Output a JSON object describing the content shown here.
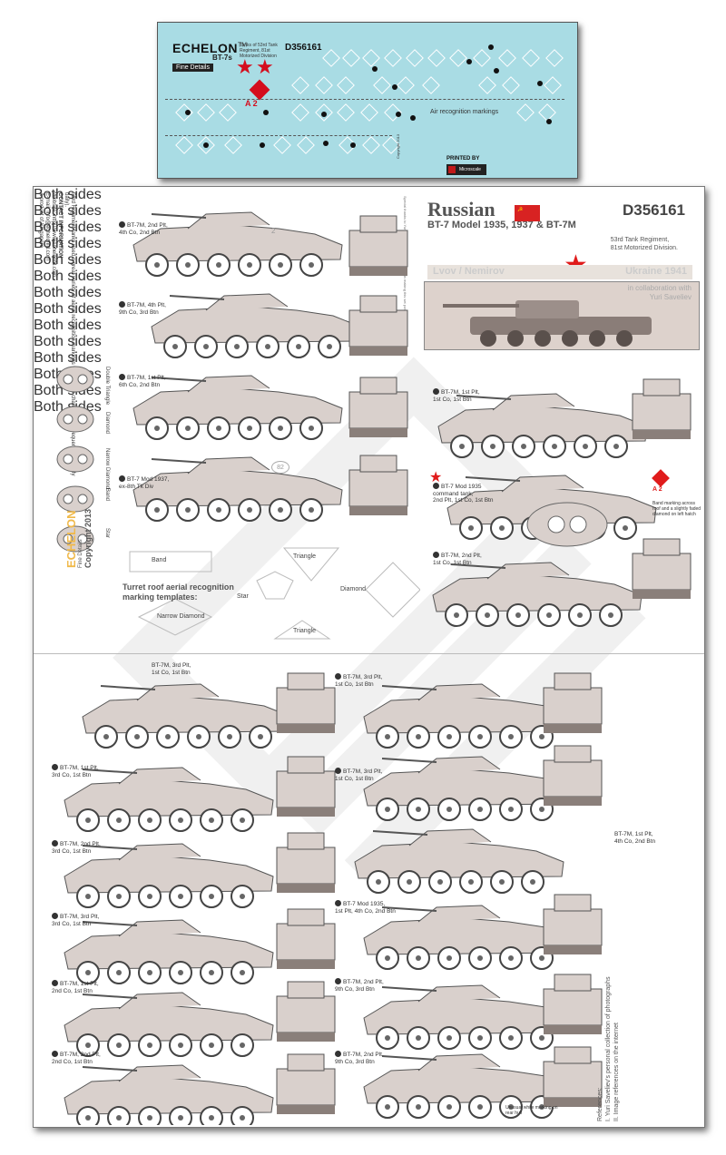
{
  "decal": {
    "brand": "ECHELON",
    "tm": "TM",
    "fine": "Fine Details",
    "model": "BT-7s",
    "desc": "Tanks of 53rd Tank Regiment, 81st Motorized Division",
    "code": "D356161",
    "marking": "A 2",
    "air": "Air recognition markings",
    "printed": "PRINTED BY",
    "printer": "Microscale Decals",
    "copyright": "Copyright 2013",
    "colors": {
      "sheet": "#a9dce4",
      "red": "#d40d1d"
    }
  },
  "sheet": {
    "contact": {
      "intro": "53rd Regiment tanks used a great variety of aerial recognition markings which were changed very frequently (possibly daily).",
      "heading": "CONTACT INFORMATION",
      "website": "Website: http://www.echelonfd.com",
      "email": "E-mail: info@echelonfd.com",
      "origin": "A product of Singapore"
    },
    "title": {
      "russian": "Russian",
      "models": "BT-7 Model 1935, 1937 & BT-7M",
      "code": "D356161",
      "unit_line1": "53rd Tank Regiment,",
      "unit_line2": "81st Motorized Division.",
      "location": "Lvov / Nemirov",
      "ukraine": "Ukraine 1941",
      "collab_line1": "in collaboration with",
      "collab_line2": "Yuri Saveliev"
    },
    "vertical_note": "Special thanks to Yuri Saveliev for his assistance in making this set possible.",
    "tanks_left": [
      {
        "label_1": "BT-7M, 2nd Plt,",
        "label_2": "4th Co, 2nd Btn",
        "both": "Both sides",
        "mark": "2"
      },
      {
        "label_1": "BT-7M, 4th Plt,",
        "label_2": "9th Co, 3rd Btn",
        "both": "Both sides",
        "mark": ""
      },
      {
        "label_1": "BT-7M, 1st Plt,",
        "label_2": "6th Co, 2nd Btn",
        "both": "Both sides",
        "mark": ""
      },
      {
        "label_1": "BT-7 Mod 1937,",
        "label_2": "ex-8th Tk Div",
        "both": "",
        "mark": "82"
      }
    ],
    "tanks_right": [
      {
        "label_1": "BT-7M, 1st Plt,",
        "label_2": "1st Co, 1st Btn",
        "label_3": "",
        "both": "Both sides"
      },
      {
        "label_1": "BT-7 Mod 1935",
        "label_2": "command tank,",
        "label_3": "2nd Plt, 1st Co, 1st Btn",
        "both": ""
      },
      {
        "label_1": "BT-7M, 2nd Plt,",
        "label_2": "1st Co, 1st Btn",
        "label_3": "",
        "both": "Both sides"
      }
    ],
    "band_note": "Band marking across roof and a slightly faded diamond on left hatch",
    "mark_a2": "A 2",
    "turret_views": [
      "Double Triangle",
      "Diamond",
      "Narrow Diamond",
      "Band",
      "Star"
    ],
    "templates": {
      "title_1": "Turret roof aerial recognition",
      "title_2": "marking templates:",
      "band": "Band",
      "triangle": "Triangle",
      "star": "Star",
      "diamond": "Diamond",
      "narrow": "Narrow Diamond",
      "triangle2": "Triangle"
    },
    "echelon": {
      "brand": "ECHELON",
      "fine": "Fine Details",
      "copy": "Copyright 2013"
    },
    "lower_left": [
      {
        "l1": "BT-7M, 3rd Plt,",
        "l2": "1st Co, 1st Btn",
        "both": ""
      },
      {
        "l1": "BT-7M, 1st Plt,",
        "l2": "3rd Co, 1st Btn",
        "both": "Both sides"
      },
      {
        "l1": "BT-7M, 2nd Plt,",
        "l2": "3rd Co, 1st Btn",
        "both": "Both sides"
      },
      {
        "l1": "BT-7M, 3rd Plt,",
        "l2": "3rd Co, 1st Btn",
        "both": "Both sides"
      },
      {
        "l1": "BT-7M, 1st Plt,",
        "l2": "2nd Co, 1st Btn",
        "both": "Both sides"
      },
      {
        "l1": "BT-7M, 2nd Plt,",
        "l2": "2nd Co, 1st Btn",
        "both": "Both sides"
      }
    ],
    "lower_right": [
      {
        "l1": "BT-7M, 3rd Plt,",
        "l2": "1st Co, 1st Btn",
        "both": "Both sides"
      },
      {
        "l1": "BT-7M, 3rd Plt,",
        "l2": "1st Co, 1st Btn",
        "both": "Both sides"
      },
      {
        "l1": "BT-7M, 1st Plt,",
        "l2": "4th Co, 2nd Btn",
        "both": ""
      },
      {
        "l1": "BT-7 Mod 1935,",
        "l2": "1st Plt, 4th Co, 2nd Btn",
        "both": ""
      },
      {
        "l1": "BT-7M, 2nd Plt,",
        "l2": "9th Co, 3rd Btn",
        "both": "Both sides"
      },
      {
        "l1": "BT-7M, 2nd Plt,",
        "l2": "9th Co, 3rd Btn",
        "both": "Both sides"
      }
    ],
    "rear_hull": "Unusual white marking on rear hull",
    "references": {
      "title": "References:",
      "r1": "I. Yuri Saveliev's personal collection of photographs",
      "r2": "II. Image references on the internet"
    },
    "colors": {
      "tank": "#d9d0cc",
      "tank_dark": "#8a7f7a",
      "red": "#e01b1b"
    }
  }
}
